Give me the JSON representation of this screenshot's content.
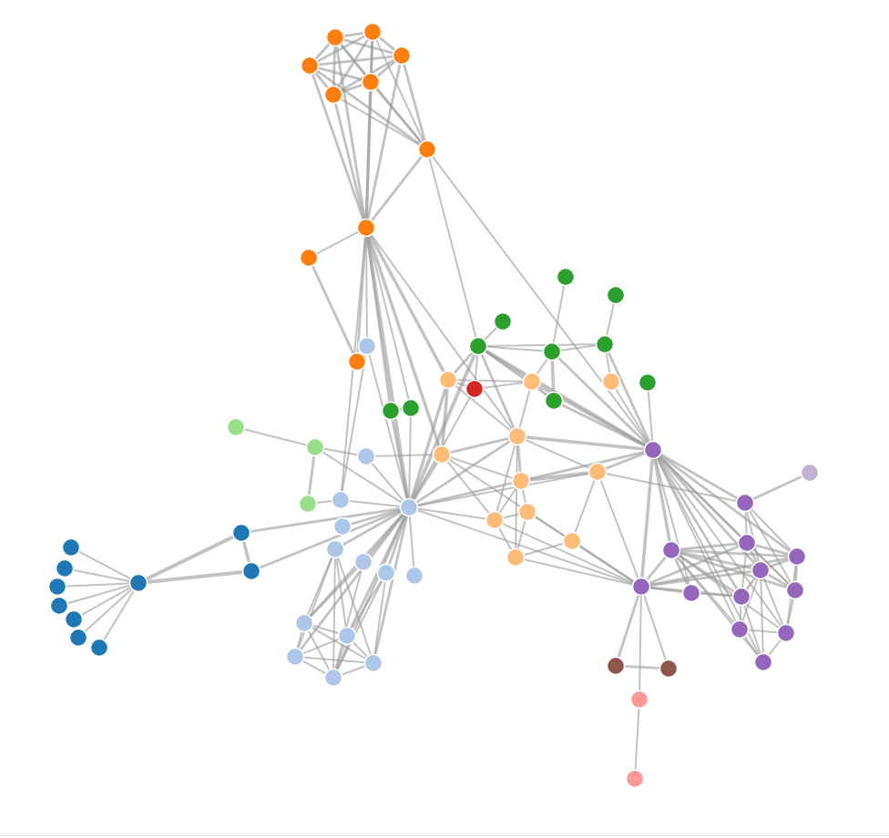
{
  "graph": {
    "type": "force-directed network",
    "link_color": "#999999",
    "groups": {
      "0": "#1f77b4",
      "1": "#ff7f0e",
      "2": "#aec7e8",
      "3": "#2ca02c",
      "4": "#d62728",
      "5": "#ffbb78",
      "6": "#9467bd",
      "7": "#c5b0d5",
      "8": "#98df8a",
      "9": "#8c564b",
      "10": "#ff9896"
    },
    "nodes": [
      {
        "group": 1
      },
      {
        "group": 1
      },
      {
        "group": 1
      },
      {
        "group": 1
      },
      {
        "group": 1
      },
      {
        "group": 1
      },
      {
        "group": 1
      },
      {
        "group": 1
      },
      {
        "group": 1
      },
      {
        "group": 1
      },
      {
        "group": 2
      },
      {
        "group": 2
      },
      {
        "group": 2
      },
      {
        "group": 2
      },
      {
        "group": 2
      },
      {
        "group": 2
      },
      {
        "group": 2
      },
      {
        "group": 2
      },
      {
        "group": 2
      },
      {
        "group": 2
      },
      {
        "group": 2
      },
      {
        "group": 2
      },
      {
        "group": 2
      },
      {
        "group": 2
      },
      {
        "group": 3
      },
      {
        "group": 3
      },
      {
        "group": 3
      },
      {
        "group": 3
      },
      {
        "group": 3
      },
      {
        "group": 3
      },
      {
        "group": 3
      },
      {
        "group": 3
      },
      {
        "group": 3
      },
      {
        "group": 3
      },
      {
        "group": 4
      },
      {
        "group": 5
      },
      {
        "group": 5
      },
      {
        "group": 5
      },
      {
        "group": 5
      },
      {
        "group": 5
      },
      {
        "group": 5
      },
      {
        "group": 5
      },
      {
        "group": 5
      },
      {
        "group": 5
      },
      {
        "group": 5
      },
      {
        "group": 5
      },
      {
        "group": 6
      },
      {
        "group": 6
      },
      {
        "group": 6
      },
      {
        "group": 6
      },
      {
        "group": 6
      },
      {
        "group": 6
      },
      {
        "group": 6
      },
      {
        "group": 6
      },
      {
        "group": 6
      },
      {
        "group": 6
      },
      {
        "group": 6
      },
      {
        "group": 6
      },
      {
        "group": 6
      },
      {
        "group": 7
      },
      {
        "group": 0
      },
      {
        "group": 0
      },
      {
        "group": 0
      },
      {
        "group": 0
      },
      {
        "group": 0
      },
      {
        "group": 0
      },
      {
        "group": 0
      },
      {
        "group": 0
      },
      {
        "group": 0
      },
      {
        "group": 0
      },
      {
        "group": 8
      },
      {
        "group": 8
      },
      {
        "group": 8
      },
      {
        "group": 9
      },
      {
        "group": 9
      },
      {
        "group": 10
      },
      {
        "group": 10
      }
    ],
    "links": [
      [
        0,
        1,
        2
      ],
      [
        0,
        2,
        2
      ],
      [
        0,
        3,
        2
      ],
      [
        0,
        4,
        2
      ],
      [
        0,
        5,
        2
      ],
      [
        1,
        2,
        2
      ],
      [
        1,
        3,
        2
      ],
      [
        1,
        4,
        2
      ],
      [
        1,
        5,
        2
      ],
      [
        2,
        3,
        2
      ],
      [
        2,
        4,
        2
      ],
      [
        2,
        5,
        2
      ],
      [
        3,
        4,
        2
      ],
      [
        3,
        5,
        2
      ],
      [
        4,
        5,
        2
      ],
      [
        0,
        6,
        1
      ],
      [
        1,
        6,
        1
      ],
      [
        2,
        6,
        2
      ],
      [
        3,
        6,
        2
      ],
      [
        4,
        6,
        2
      ],
      [
        5,
        6,
        1
      ],
      [
        7,
        0,
        2
      ],
      [
        7,
        1,
        2
      ],
      [
        7,
        2,
        2
      ],
      [
        7,
        3,
        2
      ],
      [
        7,
        4,
        3
      ],
      [
        7,
        5,
        2
      ],
      [
        7,
        6,
        2
      ],
      [
        7,
        8,
        1
      ],
      [
        8,
        9,
        2
      ],
      [
        7,
        9,
        2
      ],
      [
        7,
        10,
        1
      ],
      [
        7,
        14,
        4
      ],
      [
        7,
        38,
        3
      ],
      [
        7,
        35,
        3
      ],
      [
        7,
        39,
        1
      ],
      [
        7,
        32,
        2
      ],
      [
        7,
        33,
        1
      ],
      [
        7,
        12,
        1
      ],
      [
        6,
        27,
        1
      ],
      [
        6,
        46,
        1
      ],
      [
        14,
        10,
        1
      ],
      [
        14,
        11,
        1
      ],
      [
        14,
        12,
        1
      ],
      [
        14,
        13,
        2
      ],
      [
        14,
        15,
        2
      ],
      [
        14,
        16,
        2
      ],
      [
        14,
        17,
        2
      ],
      [
        14,
        18,
        1
      ],
      [
        14,
        19,
        2
      ],
      [
        14,
        20,
        2
      ],
      [
        14,
        21,
        2
      ],
      [
        14,
        22,
        2
      ],
      [
        14,
        23,
        2
      ],
      [
        14,
        60,
        2
      ],
      [
        14,
        61,
        2
      ],
      [
        14,
        32,
        2
      ],
      [
        14,
        33,
        1
      ],
      [
        14,
        35,
        3
      ],
      [
        14,
        38,
        3
      ],
      [
        14,
        39,
        2
      ],
      [
        14,
        40,
        2
      ],
      [
        14,
        42,
        1
      ],
      [
        14,
        52,
        1
      ],
      [
        14,
        41,
        1
      ],
      [
        14,
        27,
        4
      ],
      [
        14,
        34,
        1
      ],
      [
        14,
        71,
        1
      ],
      [
        11,
        71,
        1
      ],
      [
        11,
        38,
        1
      ],
      [
        12,
        10,
        1
      ],
      [
        12,
        72,
        1
      ],
      [
        15,
        19,
        1
      ],
      [
        15,
        20,
        1
      ],
      [
        15,
        21,
        1
      ],
      [
        15,
        22,
        1
      ],
      [
        15,
        23,
        1
      ],
      [
        16,
        19,
        1
      ],
      [
        16,
        22,
        1
      ],
      [
        17,
        20,
        1
      ],
      [
        17,
        22,
        1
      ],
      [
        17,
        23,
        1
      ],
      [
        19,
        20,
        1
      ],
      [
        19,
        21,
        1
      ],
      [
        19,
        22,
        1
      ],
      [
        19,
        23,
        1
      ],
      [
        20,
        21,
        1
      ],
      [
        20,
        22,
        1
      ],
      [
        20,
        23,
        1
      ],
      [
        21,
        22,
        1
      ],
      [
        21,
        23,
        1
      ],
      [
        22,
        23,
        1
      ],
      [
        60,
        61,
        3
      ],
      [
        60,
        62,
        4
      ],
      [
        61,
        62,
        4
      ],
      [
        62,
        63,
        1
      ],
      [
        62,
        64,
        1
      ],
      [
        62,
        65,
        1
      ],
      [
        62,
        66,
        1
      ],
      [
        62,
        67,
        1
      ],
      [
        62,
        68,
        1
      ],
      [
        62,
        69,
        1
      ],
      [
        70,
        71,
        1
      ],
      [
        71,
        72,
        2
      ],
      [
        24,
        28,
        1
      ],
      [
        25,
        29,
        1
      ],
      [
        26,
        27,
        1
      ],
      [
        27,
        28,
        1
      ],
      [
        27,
        29,
        1
      ],
      [
        27,
        35,
        2
      ],
      [
        27,
        36,
        3
      ],
      [
        27,
        39,
        2
      ],
      [
        27,
        46,
        3
      ],
      [
        27,
        31,
        1
      ],
      [
        28,
        29,
        1
      ],
      [
        28,
        31,
        3
      ],
      [
        28,
        46,
        2
      ],
      [
        29,
        46,
        2
      ],
      [
        30,
        46,
        1
      ],
      [
        28,
        36,
        1
      ],
      [
        36,
        46,
        3
      ],
      [
        31,
        46,
        2
      ],
      [
        32,
        33,
        2
      ],
      [
        36,
        31,
        1
      ],
      [
        37,
        46,
        1
      ],
      [
        29,
        37,
        1
      ],
      [
        34,
        35,
        1
      ],
      [
        34,
        36,
        1
      ],
      [
        34,
        27,
        1
      ],
      [
        35,
        38,
        3
      ],
      [
        35,
        39,
        1
      ],
      [
        35,
        36,
        1
      ],
      [
        36,
        39,
        1
      ],
      [
        38,
        39,
        2
      ],
      [
        38,
        40,
        1
      ],
      [
        38,
        42,
        1
      ],
      [
        39,
        40,
        2
      ],
      [
        39,
        41,
        1
      ],
      [
        39,
        46,
        3
      ],
      [
        40,
        41,
        4
      ],
      [
        40,
        42,
        1
      ],
      [
        40,
        43,
        1
      ],
      [
        41,
        46,
        2
      ],
      [
        41,
        52,
        1
      ],
      [
        42,
        43,
        1
      ],
      [
        42,
        44,
        1
      ],
      [
        43,
        44,
        1
      ],
      [
        43,
        45,
        1
      ],
      [
        44,
        45,
        1
      ],
      [
        45,
        52,
        2
      ],
      [
        45,
        41,
        1
      ],
      [
        38,
        52,
        1
      ],
      [
        39,
        42,
        1
      ],
      [
        39,
        44,
        1
      ],
      [
        40,
        46,
        2
      ],
      [
        41,
        47,
        1
      ],
      [
        42,
        52,
        1
      ],
      [
        44,
        52,
        1
      ],
      [
        46,
        47,
        2
      ],
      [
        46,
        48,
        3
      ],
      [
        46,
        52,
        3
      ],
      [
        46,
        49,
        2
      ],
      [
        46,
        50,
        2
      ],
      [
        46,
        51,
        2
      ],
      [
        46,
        53,
        1
      ],
      [
        46,
        54,
        2
      ],
      [
        46,
        55,
        1
      ],
      [
        46,
        56,
        1
      ],
      [
        46,
        57,
        1
      ],
      [
        46,
        58,
        1
      ],
      [
        47,
        59,
        2
      ],
      [
        47,
        49,
        1
      ],
      [
        47,
        50,
        1
      ],
      [
        47,
        51,
        1
      ],
      [
        47,
        55,
        1
      ],
      [
        48,
        49,
        2
      ],
      [
        48,
        50,
        2
      ],
      [
        48,
        51,
        2
      ],
      [
        48,
        52,
        2
      ],
      [
        48,
        53,
        2
      ],
      [
        48,
        54,
        2
      ],
      [
        48,
        55,
        2
      ],
      [
        48,
        56,
        1
      ],
      [
        48,
        57,
        1
      ],
      [
        48,
        58,
        1
      ],
      [
        52,
        53,
        2
      ],
      [
        52,
        54,
        2
      ],
      [
        52,
        49,
        2
      ],
      [
        52,
        50,
        2
      ],
      [
        52,
        51,
        2
      ],
      [
        52,
        73,
        2
      ],
      [
        52,
        74,
        1
      ],
      [
        52,
        75,
        1
      ],
      [
        73,
        74,
        2
      ],
      [
        75,
        76,
        1
      ],
      [
        49,
        50,
        2
      ],
      [
        49,
        51,
        2
      ],
      [
        49,
        54,
        1
      ],
      [
        49,
        55,
        1
      ],
      [
        50,
        51,
        2
      ],
      [
        50,
        55,
        2
      ],
      [
        50,
        57,
        1
      ],
      [
        51,
        54,
        2
      ],
      [
        51,
        55,
        2
      ],
      [
        51,
        56,
        1
      ],
      [
        51,
        57,
        1
      ],
      [
        51,
        58,
        1
      ],
      [
        53,
        54,
        1
      ],
      [
        54,
        56,
        1
      ],
      [
        54,
        58,
        1
      ],
      [
        55,
        57,
        1
      ],
      [
        56,
        57,
        1
      ],
      [
        56,
        58,
        1
      ],
      [
        57,
        58,
        1
      ]
    ]
  }
}
